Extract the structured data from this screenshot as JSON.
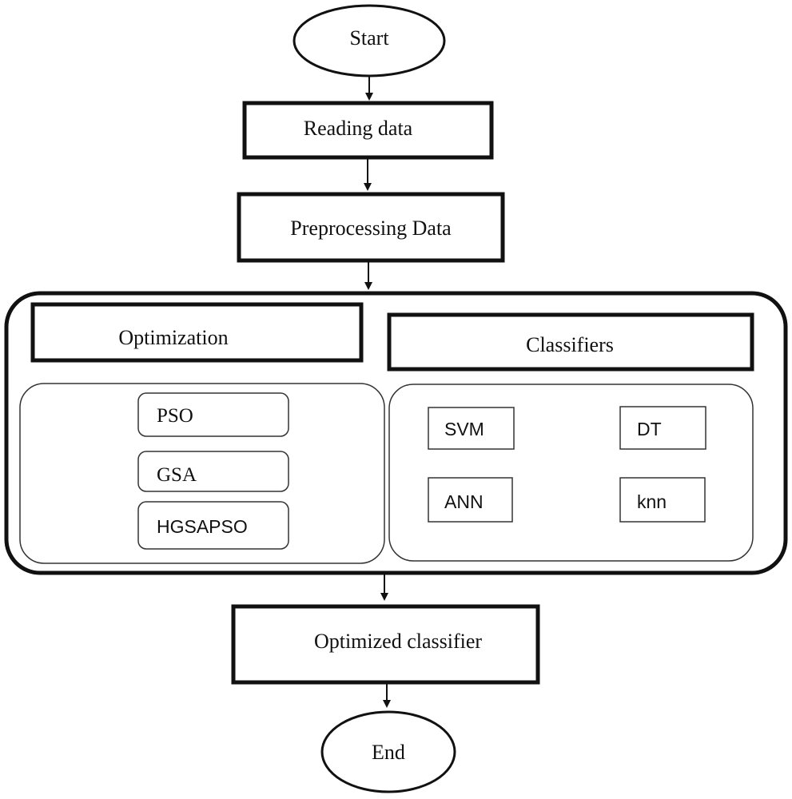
{
  "flowchart": {
    "start": "Start",
    "reading": "Reading data",
    "preprocessing": "Preprocessing Data",
    "optimization": {
      "title": "Optimization",
      "items": [
        "PSO",
        "GSA",
        "HGSAPSO"
      ]
    },
    "classifiers": {
      "title": "Classifiers",
      "items": [
        "SVM",
        "DT",
        "ANN",
        "knn"
      ]
    },
    "optimized": "Optimized classifier",
    "end": "End"
  }
}
